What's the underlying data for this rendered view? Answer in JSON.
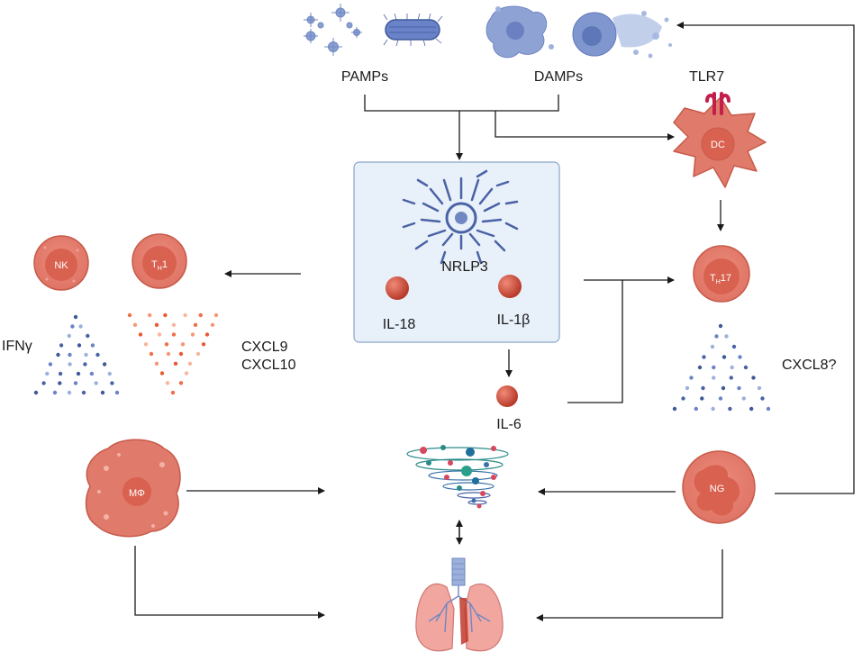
{
  "labels": {
    "pamps": "PAMPs",
    "damps": "DAMPs",
    "tlr7": "TLR7",
    "nrlp3": "NRLP3",
    "il18": "IL-18",
    "il1b": "IL-1β",
    "il6": "IL-6",
    "ifng": "IFNγ",
    "cxcl9": "CXCL9",
    "cxcl10": "CXCL10",
    "cxcl8": "CXCL8?"
  },
  "cells": {
    "dc": "DC",
    "nk": "NK",
    "th1_main": "T",
    "th1_sub": "H",
    "th1_suffix": "1",
    "th17_main": "T",
    "th17_sub": "H",
    "th17_suffix": "17",
    "macrophage": "MΦ",
    "neutrophil": "NG"
  },
  "colors": {
    "cell_fill": "#e07a6a",
    "cell_stroke": "#c65a4a",
    "nucleus": "#d9614f",
    "blue": "#4a62a6",
    "light_blue": "#9bb1dc",
    "orange": "#f06e4a",
    "box_fill": "#e8f0f9",
    "box_stroke": "#8aa5c8"
  }
}
